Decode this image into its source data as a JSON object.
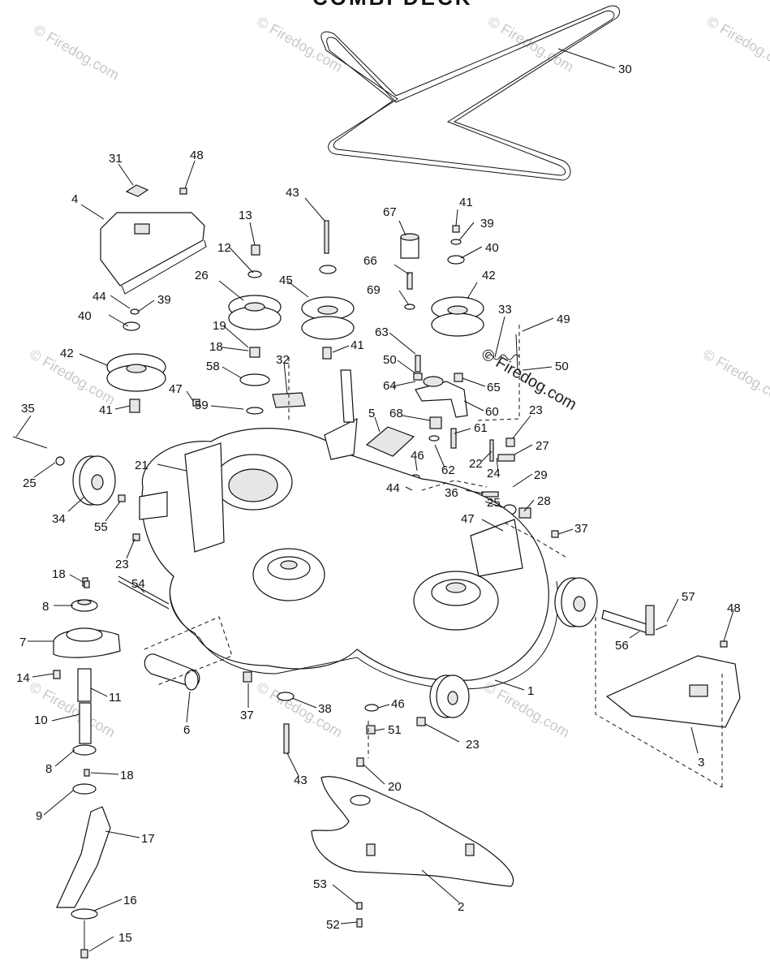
{
  "diagram": {
    "title": "COMBI DECK",
    "watermark_text": "© Firedog.com",
    "callouts": [
      {
        "id": "c30",
        "text": "30"
      },
      {
        "id": "c31",
        "text": "31"
      },
      {
        "id": "c48a",
        "text": "48"
      },
      {
        "id": "c4",
        "text": "4"
      },
      {
        "id": "c43a",
        "text": "43"
      },
      {
        "id": "c13",
        "text": "13"
      },
      {
        "id": "c67",
        "text": "67"
      },
      {
        "id": "c41a",
        "text": "41"
      },
      {
        "id": "c39a",
        "text": "39"
      },
      {
        "id": "c12",
        "text": "12"
      },
      {
        "id": "c66",
        "text": "66"
      },
      {
        "id": "c40a",
        "text": "40"
      },
      {
        "id": "c26",
        "text": "26"
      },
      {
        "id": "c45",
        "text": "45"
      },
      {
        "id": "c42a",
        "text": "42"
      },
      {
        "id": "c69",
        "text": "69"
      },
      {
        "id": "c44a",
        "text": "44"
      },
      {
        "id": "c39b",
        "text": "39"
      },
      {
        "id": "c33",
        "text": "33"
      },
      {
        "id": "c40b",
        "text": "40"
      },
      {
        "id": "c49",
        "text": "49"
      },
      {
        "id": "c19",
        "text": "19"
      },
      {
        "id": "c63",
        "text": "63"
      },
      {
        "id": "c41b",
        "text": "41"
      },
      {
        "id": "c42b",
        "text": "42"
      },
      {
        "id": "c18a",
        "text": "18"
      },
      {
        "id": "c32",
        "text": "32"
      },
      {
        "id": "c50a",
        "text": "50"
      },
      {
        "id": "c50b",
        "text": "50"
      },
      {
        "id": "c58",
        "text": "58"
      },
      {
        "id": "c64",
        "text": "64"
      },
      {
        "id": "c65",
        "text": "65"
      },
      {
        "id": "c47a",
        "text": "47"
      },
      {
        "id": "c35",
        "text": "35"
      },
      {
        "id": "c41c",
        "text": "41"
      },
      {
        "id": "c59",
        "text": "59"
      },
      {
        "id": "c60",
        "text": "60"
      },
      {
        "id": "c23a",
        "text": "23"
      },
      {
        "id": "c5",
        "text": "5"
      },
      {
        "id": "c68",
        "text": "68"
      },
      {
        "id": "c61",
        "text": "61"
      },
      {
        "id": "c27",
        "text": "27"
      },
      {
        "id": "c21",
        "text": "21"
      },
      {
        "id": "c25a",
        "text": "25"
      },
      {
        "id": "c46a",
        "text": "46"
      },
      {
        "id": "c22",
        "text": "22"
      },
      {
        "id": "c62",
        "text": "62"
      },
      {
        "id": "c24",
        "text": "24"
      },
      {
        "id": "c29",
        "text": "29"
      },
      {
        "id": "c44b",
        "text": "44"
      },
      {
        "id": "c36",
        "text": "36"
      },
      {
        "id": "c25b",
        "text": "25"
      },
      {
        "id": "c28",
        "text": "28"
      },
      {
        "id": "c34",
        "text": "34"
      },
      {
        "id": "c55",
        "text": "55"
      },
      {
        "id": "c47b",
        "text": "47"
      },
      {
        "id": "c37a",
        "text": "37"
      },
      {
        "id": "c23b",
        "text": "23"
      },
      {
        "id": "c18b",
        "text": "18"
      },
      {
        "id": "c54",
        "text": "54"
      },
      {
        "id": "c57",
        "text": "57"
      },
      {
        "id": "c8a",
        "text": "8"
      },
      {
        "id": "c48b",
        "text": "48"
      },
      {
        "id": "c7",
        "text": "7"
      },
      {
        "id": "c56",
        "text": "56"
      },
      {
        "id": "c14",
        "text": "14"
      },
      {
        "id": "c11",
        "text": "11"
      },
      {
        "id": "c1",
        "text": "1"
      },
      {
        "id": "c46b",
        "text": "46"
      },
      {
        "id": "c38",
        "text": "38"
      },
      {
        "id": "c37b",
        "text": "37"
      },
      {
        "id": "c10",
        "text": "10"
      },
      {
        "id": "c6",
        "text": "6"
      },
      {
        "id": "c51",
        "text": "51"
      },
      {
        "id": "c23c",
        "text": "23"
      },
      {
        "id": "c3",
        "text": "3"
      },
      {
        "id": "c8b",
        "text": "8"
      },
      {
        "id": "c18c",
        "text": "18"
      },
      {
        "id": "c43b",
        "text": "43"
      },
      {
        "id": "c20",
        "text": "20"
      },
      {
        "id": "c9",
        "text": "9"
      },
      {
        "id": "c17",
        "text": "17"
      },
      {
        "id": "c16",
        "text": "16"
      },
      {
        "id": "c53",
        "text": "53"
      },
      {
        "id": "c2",
        "text": "2"
      },
      {
        "id": "c15",
        "text": "15"
      },
      {
        "id": "c52",
        "text": "52"
      }
    ]
  }
}
